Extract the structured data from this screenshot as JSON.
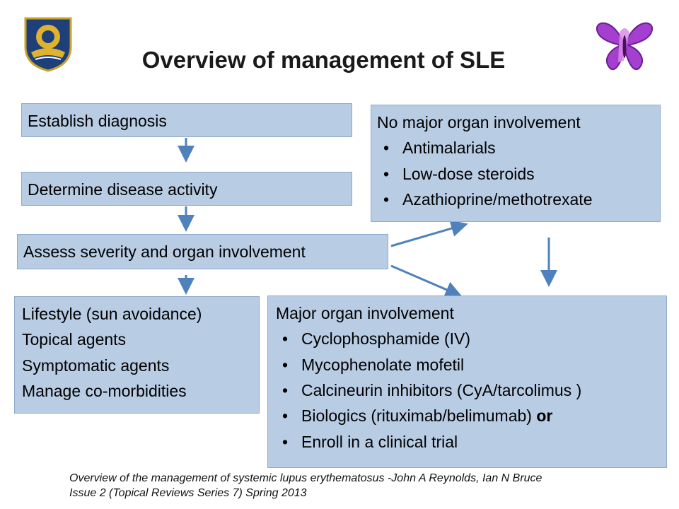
{
  "title": "Overview of management of SLE",
  "colors": {
    "box_fill": "#b8cce4",
    "box_border": "#8eaacd",
    "arrow": "#4f81bd",
    "ribbon": "#9b30c8"
  },
  "icons": {
    "logo": "university-logo",
    "ribbon": "purple-butterfly-ribbon"
  },
  "steps": {
    "diagnosis": "Establish diagnosis",
    "activity": "Determine disease activity",
    "severity": "Assess severity and organ involvement"
  },
  "minor": {
    "heading": "No major organ involvement",
    "items": [
      "Antimalarials",
      "Low-dose steroids",
      "Azathioprine/methotrexate"
    ]
  },
  "lifestyle": {
    "lines": [
      "Lifestyle (sun avoidance)",
      "Topical agents",
      "Symptomatic agents",
      "Manage co-morbidities"
    ]
  },
  "major": {
    "heading": "Major organ involvement",
    "items": [
      "Cyclophosphamide (IV)",
      "Mycophenolate mofetil",
      "Calcineurin inhibitors (CyA/tarcolimus )",
      "Biologics (rituximab/belimumab)",
      "Enroll in a clinical trial"
    ],
    "biologics_suffix": " or"
  },
  "citation": {
    "line1": "Overview of the management of systemic lupus erythematosus -John A Reynolds, Ian N Bruce",
    "line2": "Issue 2 (Topical Reviews Series 7) Spring 2013"
  }
}
